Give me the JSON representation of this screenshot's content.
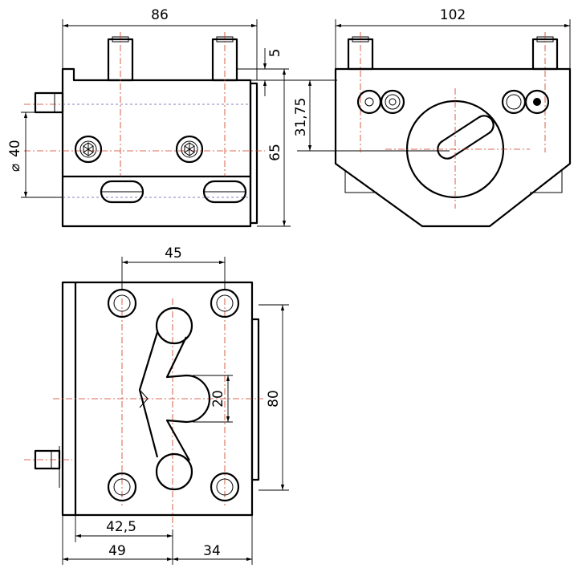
{
  "dimensions": {
    "front_width": "86",
    "side_width": "102",
    "pin_height": "5",
    "height_65": "65",
    "center_height": "31,75",
    "shank_diameter_symbol": "⌀",
    "shank_diameter": "40",
    "bolt_spacing": "45",
    "slot_offset": "20",
    "base_length": "80",
    "offset_42_5": "42,5",
    "dist_49": "49",
    "dist_34": "34"
  }
}
